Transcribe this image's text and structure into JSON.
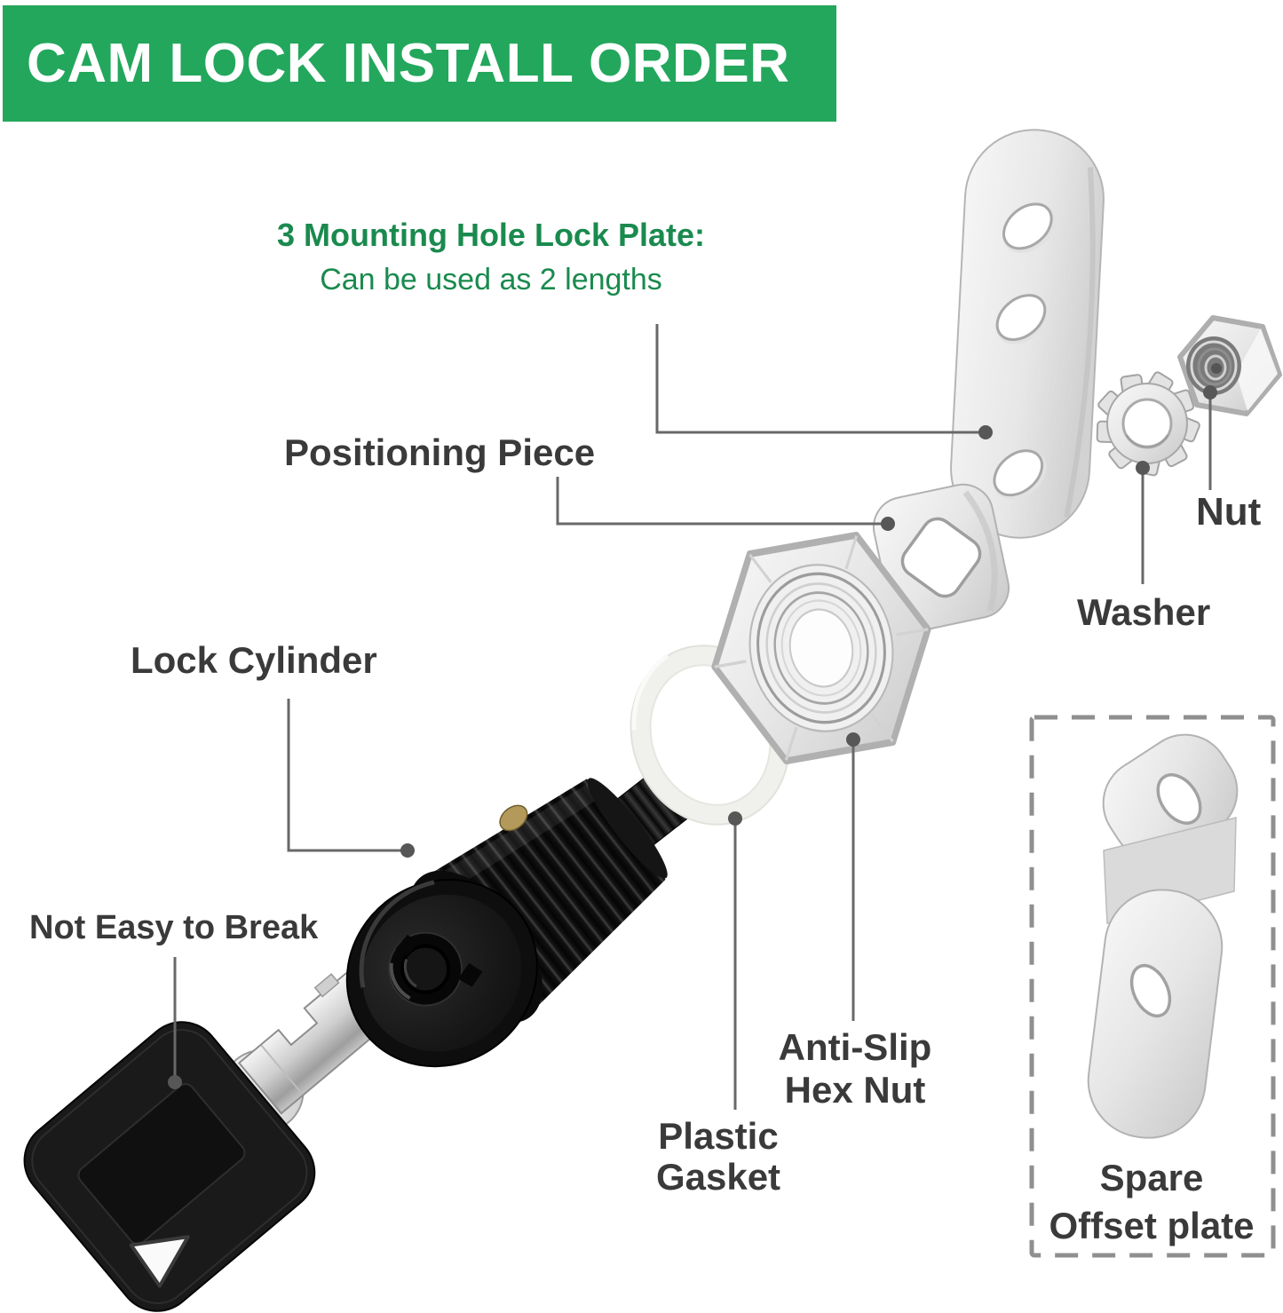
{
  "banner": {
    "title": "CAM LOCK INSTALL ORDER"
  },
  "subtitle": {
    "line1": "3 Mounting Hole Lock Plate:",
    "line2": "Can be used as 2 lengths"
  },
  "labels": {
    "positioning_piece": "Positioning Piece",
    "nut": "Nut",
    "washer": "Washer",
    "lock_cylinder": "Lock Cylinder",
    "not_easy_to_break": "Not Easy to Break",
    "anti_slip": {
      "line1": "Anti-Slip",
      "line2": "Hex Nut"
    },
    "plastic_gasket": {
      "line1": "Plastic",
      "line2": "Gasket"
    },
    "spare_offset_plate": {
      "line1": "Spare",
      "line2": "Offset plate"
    }
  },
  "colors": {
    "banner_bg": "#23a75c",
    "banner_text": "#ffffff",
    "subtitle_green": "#1a8a4e",
    "label_text": "#3a3a3a",
    "leader_line": "#686868",
    "dashed_box_border": "#8f8f8f",
    "lock_body_black": "#121212",
    "brass_pin": "#b49a5a",
    "metal_light_gray": "#e8e8e8",
    "gasket_white": "#f0f0ec"
  },
  "illustrations": [
    "three-hole-lock-plate",
    "external-tooth-star-washer",
    "small-hex-nut",
    "positioning-piece",
    "anti-slip-hex-nut",
    "plastic-gasket",
    "black-lock-cylinder",
    "tubular-key",
    "spare-offset-plate"
  ]
}
